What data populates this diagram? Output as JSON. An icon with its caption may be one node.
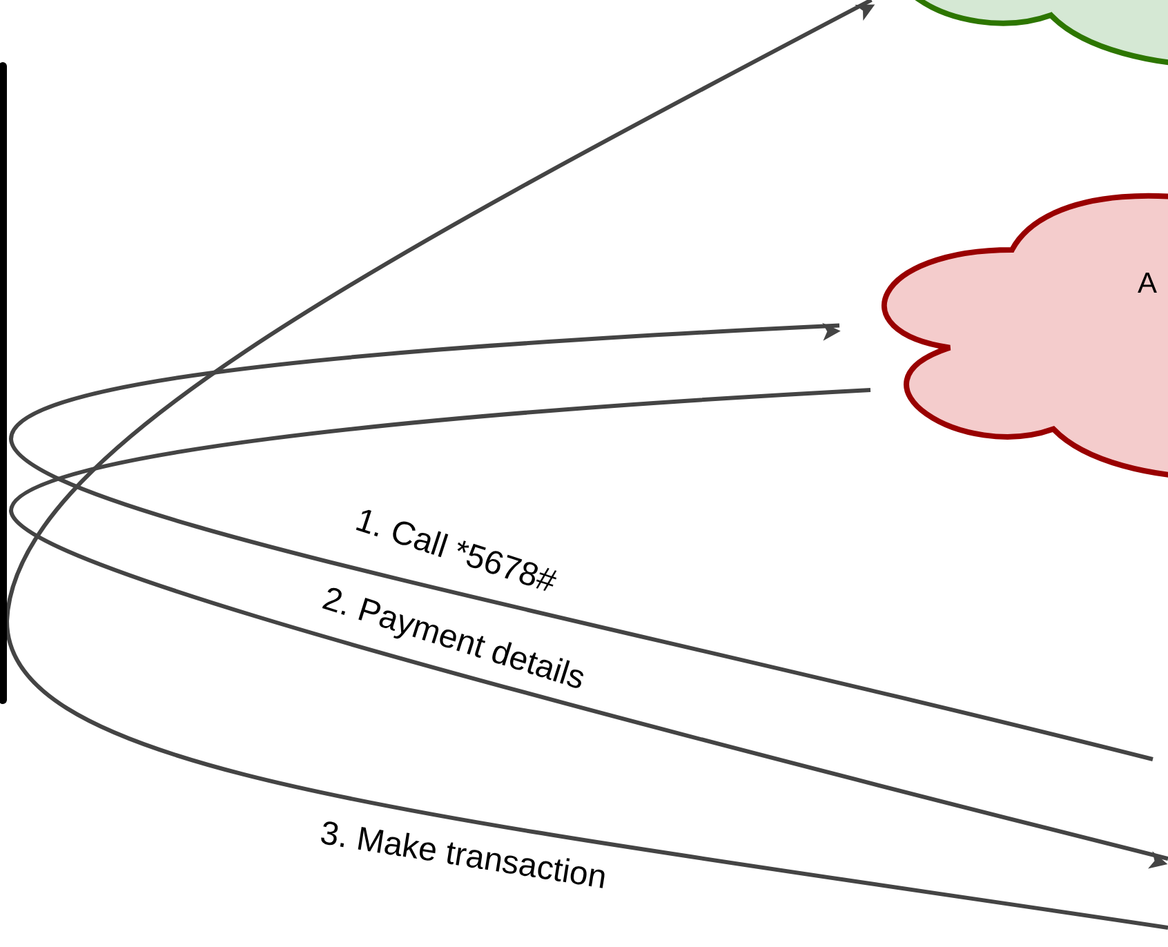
{
  "diagram": {
    "nodes": [
      {
        "text": [],
        "shape": "bar"
      },
      {
        "text": [],
        "shape": "cloud"
      },
      {
        "text": [
          "A"
        ]
      }
    ],
    "edges": [
      {
        "from": null,
        "to": 2,
        "arrow": "to",
        "label": "1. Call *5678#"
      },
      {
        "from": 2,
        "to": null,
        "arrow": "to",
        "label": "2. Payment details"
      },
      {
        "from": null,
        "to": 1,
        "arrow": "to",
        "label": "3. Make transaction"
      }
    ]
  }
}
